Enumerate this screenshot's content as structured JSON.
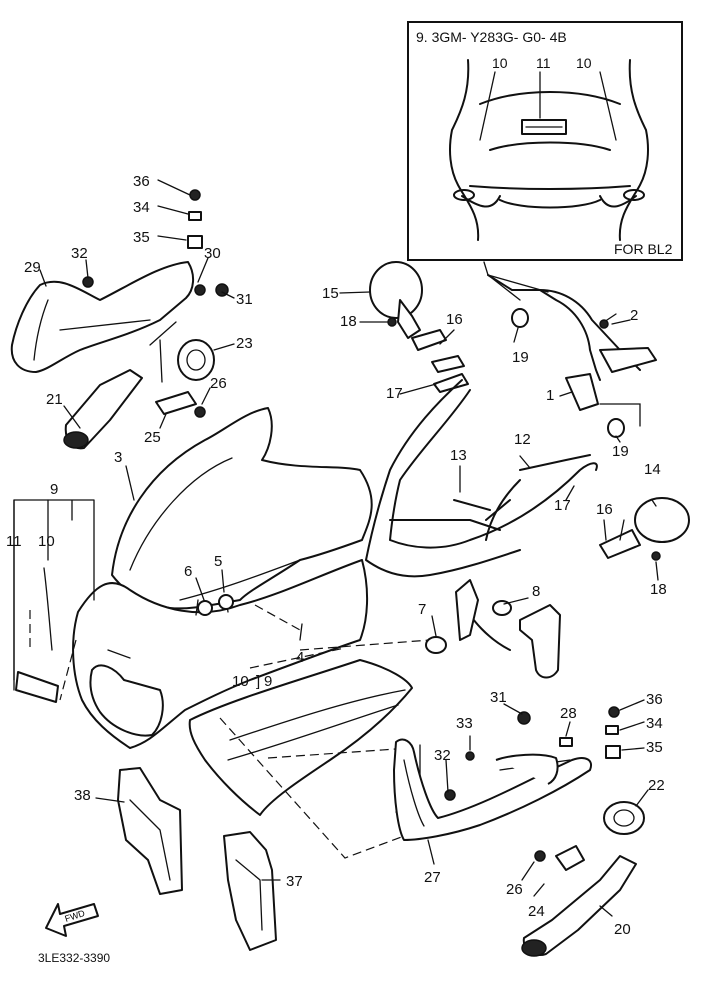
{
  "inset": {
    "title": "9. 3GM- Y283G- G0- 4B",
    "labels": [
      "10",
      "11",
      "10"
    ],
    "note": "FOR BL2"
  },
  "bracket_group_label": "9",
  "callouts": {
    "p1": "1",
    "p2": "2",
    "p3": "3",
    "p4": "4",
    "p5": "5",
    "p6": "6",
    "p7": "7",
    "p8": "8",
    "p10": "10",
    "p10_9": "10",
    "p11": "11",
    "p12": "12",
    "p13": "13",
    "p14": "14",
    "p15": "15",
    "p16a": "16",
    "p16b": "16",
    "p17a": "17",
    "p17b": "17",
    "p18a": "18",
    "p18b": "18",
    "p19a": "19",
    "p19b": "19",
    "p20": "20",
    "p21": "21",
    "p22": "22",
    "p23": "23",
    "p24": "24",
    "p25": "25",
    "p26a": "26",
    "p26b": "26",
    "p27": "27",
    "p28": "28",
    "p29": "29",
    "p30": "30",
    "p31a": "31",
    "p31b": "31",
    "p32a": "32",
    "p32b": "32",
    "p33": "33",
    "p34a": "34",
    "p34b": "34",
    "p35a": "35",
    "p35b": "35",
    "p36a": "36",
    "p36b": "36",
    "p37": "37",
    "p38": "38"
  },
  "sub_ref": "9",
  "fwd_label": "FWD",
  "footer_code": "3LE332-3390"
}
